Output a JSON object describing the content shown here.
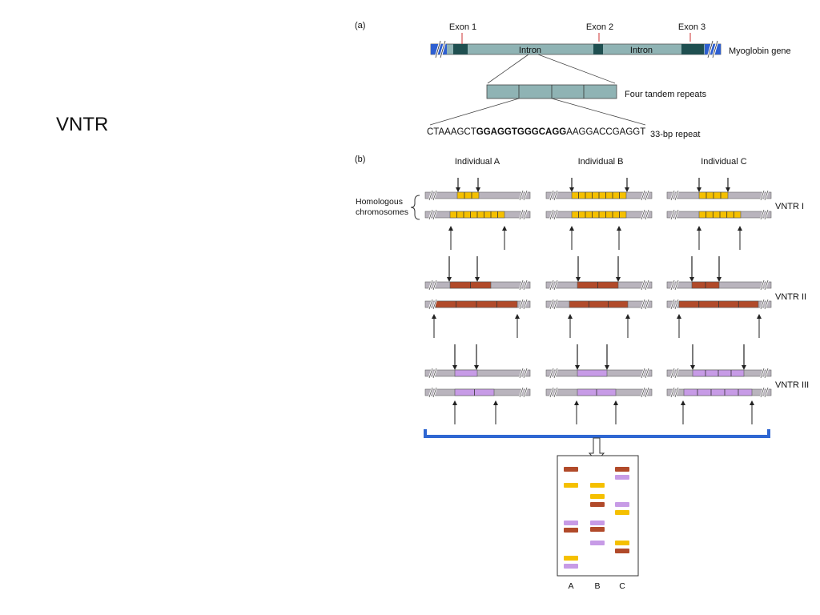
{
  "slide_title": "VNTR",
  "colors": {
    "gene_band": "#8fb3b4",
    "gene_end": "#2e5fd0",
    "exon": "#1f4f50",
    "vntr1": "#f5c000",
    "vntr2": "#b14a2a",
    "vntr3": "#c79be6",
    "chrom": "#b9b4bd",
    "bracket": "#2f67d2"
  },
  "part_a": {
    "label": "(a)",
    "exons": [
      "Exon 1",
      "Exon 2",
      "Exon 3"
    ],
    "introns": [
      "Intron",
      "Intron"
    ],
    "gene_label": "Myoglobin gene",
    "repeat_label": "Four tandem repeats",
    "sequence_plain_1": "CTAAAGCT",
    "sequence_bold": "GGAGGTGGGCAGG",
    "sequence_plain_2": "AAGGACCGAGGT",
    "repeat_size_label": "33-bp repeat"
  },
  "part_b": {
    "label": "(b)",
    "individuals": [
      "Individual A",
      "Individual B",
      "Individual C"
    ],
    "homologous_label_1": "Homologous",
    "homologous_label_2": "chromosomes",
    "loci": [
      "VNTR I",
      "VNTR II",
      "VNTR III"
    ]
  },
  "gel": {
    "lanes": [
      "A",
      "B",
      "C"
    ]
  }
}
